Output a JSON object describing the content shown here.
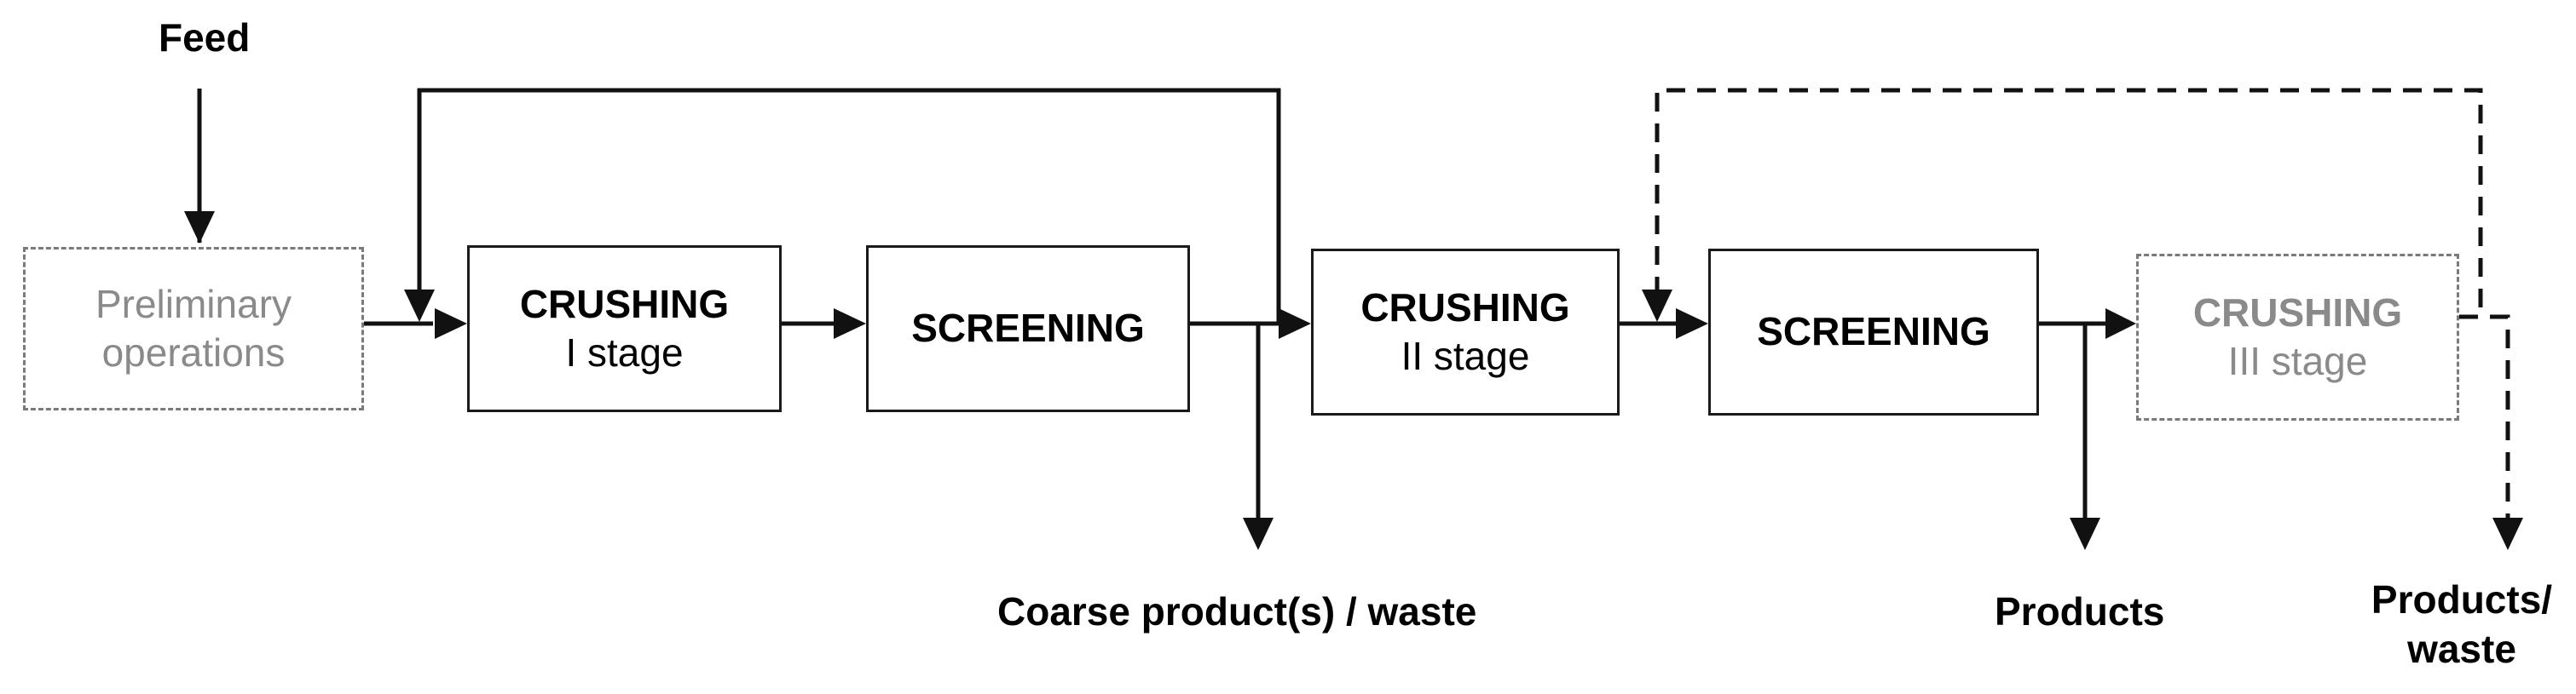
{
  "labels": {
    "feed": "Feed",
    "coarse": "Coarse product(s) / waste",
    "products": "Products",
    "products_waste_1": "Products/",
    "products_waste_2": "waste"
  },
  "nodes": {
    "preliminary": {
      "line1": "Preliminary",
      "line2": "operations"
    },
    "crushing1": {
      "title": "CRUSHING",
      "sub": "I stage"
    },
    "screening1": {
      "title": "SCREENING"
    },
    "crushing2": {
      "title": "CRUSHING",
      "sub": "II stage"
    },
    "screening2": {
      "title": "SCREENING"
    },
    "crushing3": {
      "title": "CRUSHING",
      "sub": "III stage"
    }
  },
  "colors": {
    "line": "#1a1a1a",
    "optional_text": "#8a8a8a",
    "optional_border": "#7a7a7a"
  }
}
